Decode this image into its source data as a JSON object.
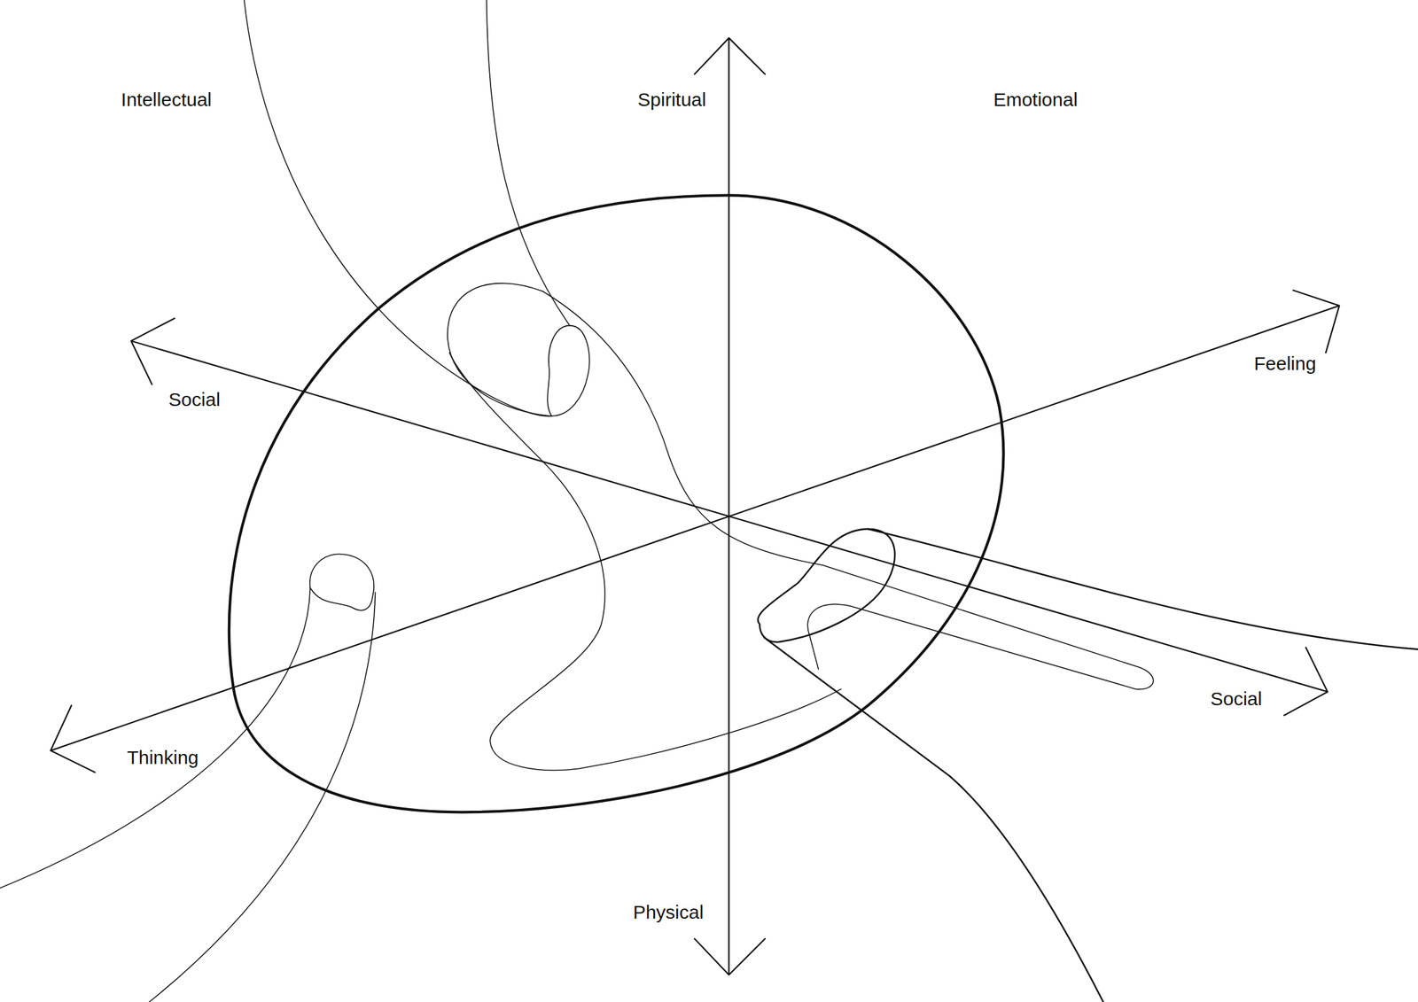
{
  "diagram": {
    "labels": [
      "Intellectual",
      "Spiritual",
      "Emotional",
      "Social",
      "Feeling",
      "Thinking",
      "Social",
      "Physical"
    ]
  }
}
